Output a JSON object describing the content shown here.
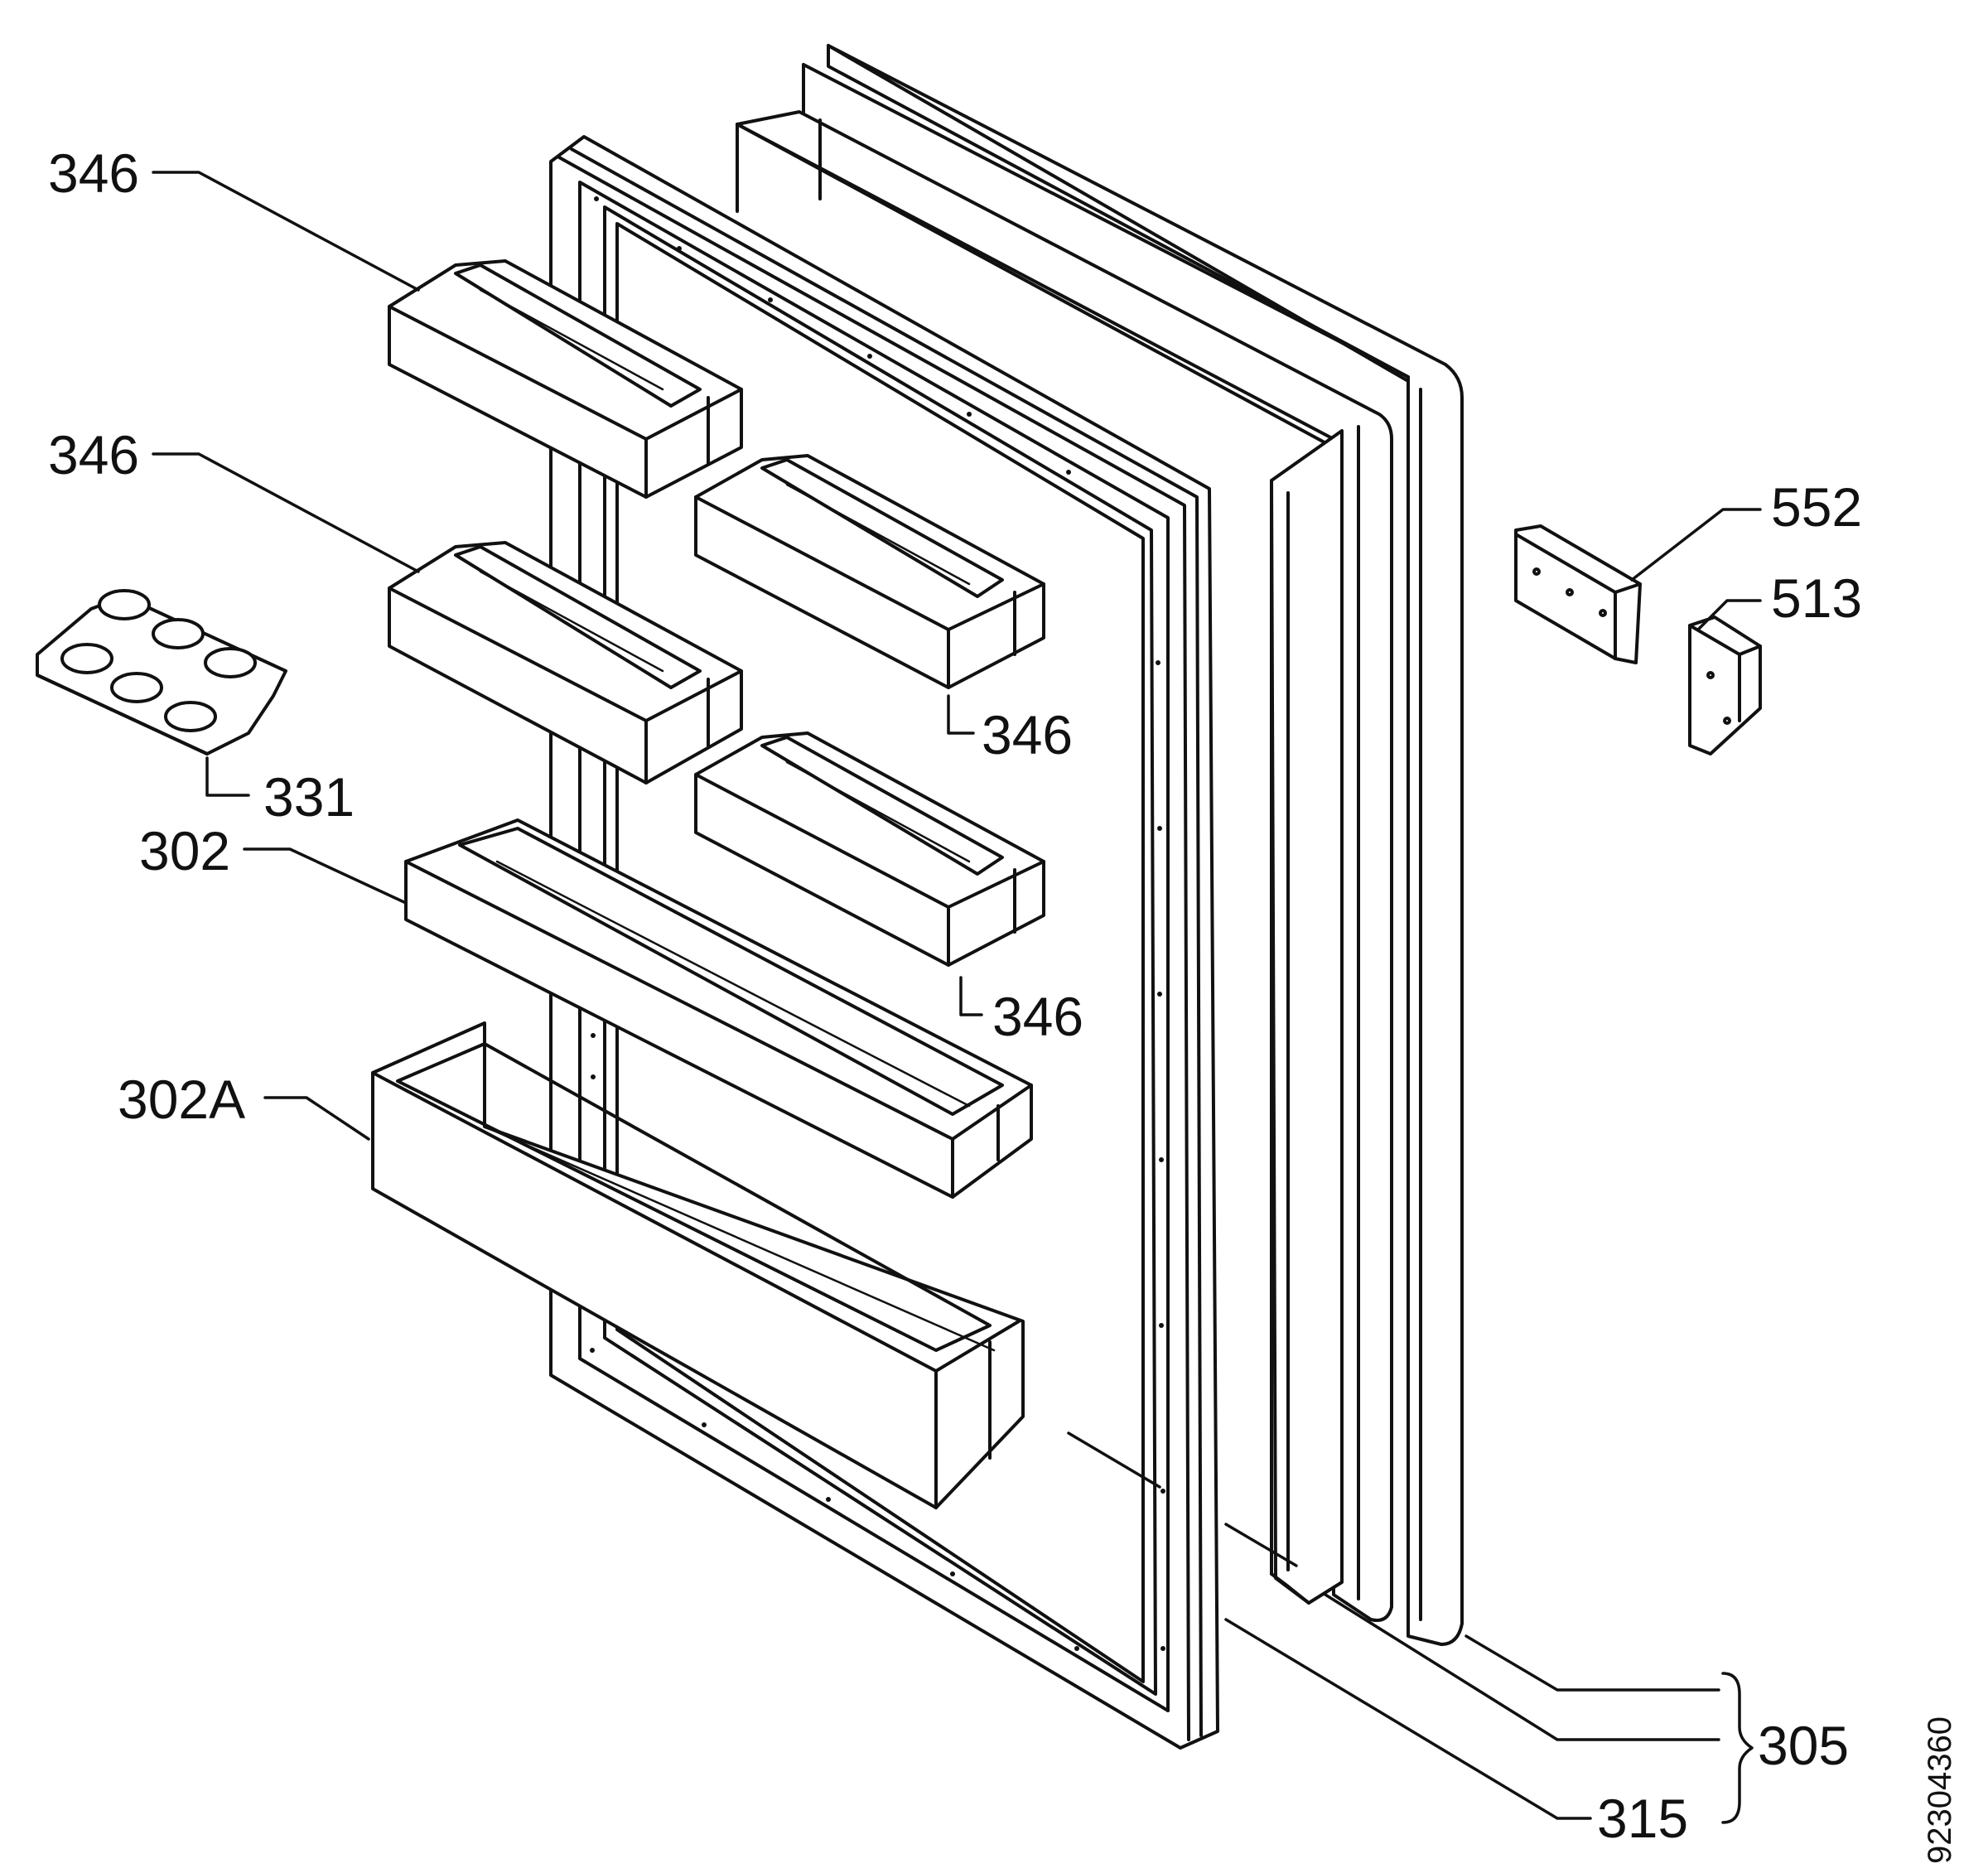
{
  "diagram": {
    "document_number": "92304360",
    "callouts": {
      "c346a": "346",
      "c346b": "346",
      "c346c": "346",
      "c346d": "346",
      "c331": "331",
      "c302": "302",
      "c302a": "302A",
      "c552": "552",
      "c513": "513",
      "c305": "305",
      "c315": "315"
    }
  }
}
